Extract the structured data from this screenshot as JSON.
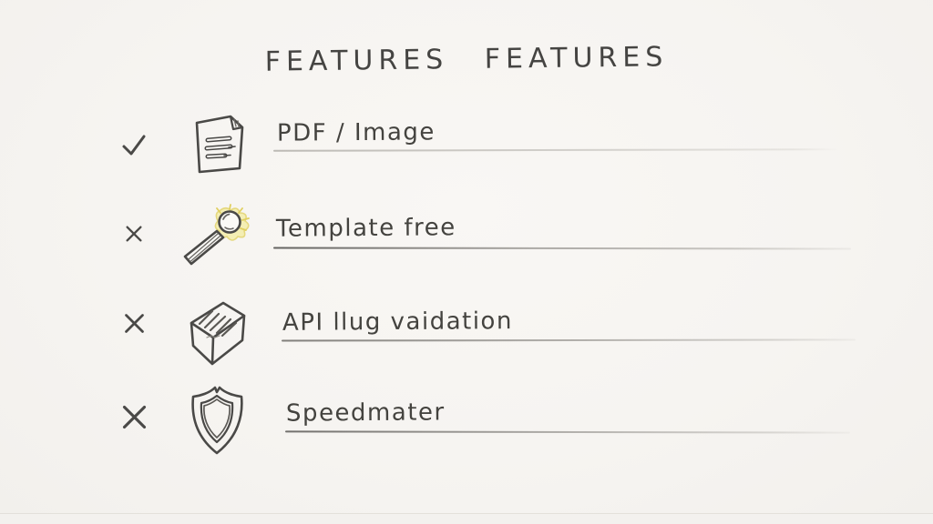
{
  "title": "FEATURES FEATURES",
  "features": [
    {
      "status": "included",
      "mark": "check",
      "icon": "document-icon",
      "label": "PDF / Image"
    },
    {
      "status": "not-included",
      "mark": "cross",
      "icon": "magnifier-icon",
      "label": "Template free"
    },
    {
      "status": "not-included",
      "mark": "cross",
      "icon": "box-icon",
      "label": "API llug vaidation"
    },
    {
      "status": "not-included",
      "mark": "cross",
      "icon": "shield-icon",
      "label": "Speedmater"
    }
  ],
  "colors": {
    "background": "#f6f4f1",
    "ink": "#4a4947",
    "underline_pencil": "#8f8b84",
    "magnifier_glow": "#f4edaa"
  }
}
